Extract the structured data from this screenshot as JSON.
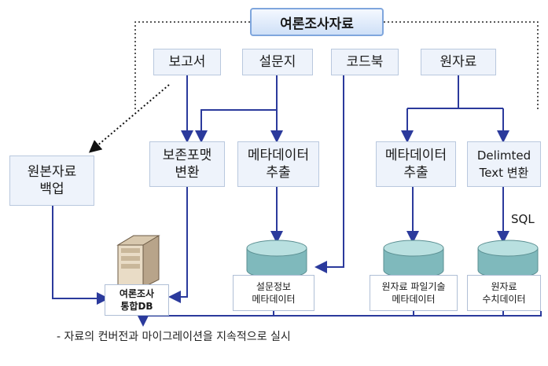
{
  "title": "여론조사자료",
  "sources": [
    "보고서",
    "설문지",
    "코드북",
    "원자료"
  ],
  "backup": [
    "원본자료",
    "백업"
  ],
  "processes": {
    "format_convert": [
      "보존포맷",
      "변환"
    ],
    "meta_extract_1": [
      "메타데이터",
      "추출"
    ],
    "meta_extract_2": [
      "메타데이터",
      "추출"
    ],
    "delimited": [
      "Delimted",
      "Text 변환"
    ]
  },
  "stores": {
    "integrated_db": [
      "여론조사",
      "통합DB"
    ],
    "survey_meta": [
      "설문정보",
      "메타데이터"
    ],
    "raw_file_meta": [
      "원자료 파일기술",
      "메타데이터"
    ],
    "raw_numeric": [
      "원자료",
      "수치데이터"
    ]
  },
  "sql_label": "SQL",
  "note": "- 자료의 컨버전과 마이그레이션을 지속적으로 실시",
  "colors": {
    "arrow": "#2b3a9c",
    "box_fill": "#eef3fb",
    "box_border": "#b9c8de",
    "title_border": "#7fa6dd",
    "cylinder": "#8fc7c9"
  }
}
